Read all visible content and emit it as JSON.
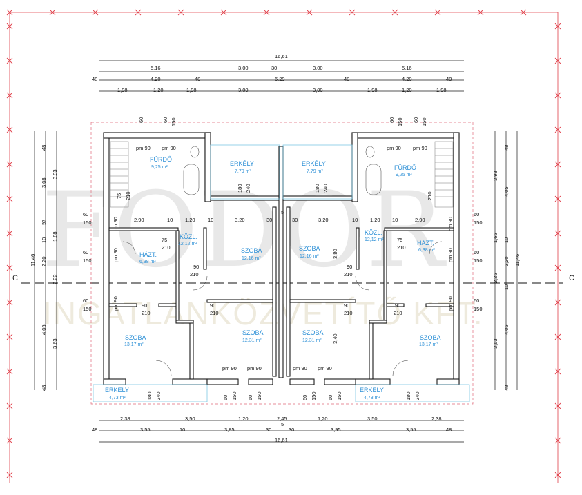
{
  "watermark": {
    "logo": "FODOR",
    "company": "INGATLANKÖZVETÍTŐ KFT."
  },
  "section_marker": "C",
  "dims_top": {
    "total": "16,61",
    "row2": [
      "5,16",
      "3,00",
      "30",
      "3,00",
      "5,16"
    ],
    "row3": [
      "48",
      "4,20",
      "48",
      "6,29",
      "48",
      "4,20",
      "48"
    ],
    "row4": [
      "1,98",
      "1,20",
      "1,98",
      "3,00",
      "3,00",
      "1,98",
      "1,20",
      "1,98"
    ]
  },
  "dims_bottom": {
    "row1": [
      "2,38",
      "3,50",
      "1,20",
      "2,45",
      "1,20",
      "3,50",
      "2,38"
    ],
    "row2": [
      "48",
      "3,55",
      "10",
      "3,85",
      "30",
      "5",
      "30",
      "3,95",
      "3,55",
      "48"
    ],
    "total": "16,61"
  },
  "dims_left": [
    "48",
    "3,08",
    "3,93",
    "97",
    "1,88",
    "10",
    "2,20",
    "11,46",
    "2,22",
    "4,05",
    "3,63",
    "48"
  ],
  "dims_right": [
    "48",
    "3,93",
    "4,05",
    "1,65",
    "10",
    "2,20",
    "11,46",
    "2,25",
    "10",
    "4,05",
    "3,63",
    "48"
  ],
  "rooms": [
    {
      "name": "FÜRDŐ",
      "area": "9,25 m²"
    },
    {
      "name": "ERKÉLY",
      "area": "7,79 m²"
    },
    {
      "name": "ERKÉLY",
      "area": "7,79 m²"
    },
    {
      "name": "FÜRDŐ",
      "area": "9,25 m²"
    },
    {
      "name": "KÖZL.",
      "area": "12,12 m²"
    },
    {
      "name": "HÁZT.",
      "area": "6,38 m²"
    },
    {
      "name": "SZOBA",
      "area": "12,16 m²"
    },
    {
      "name": "SZOBA",
      "area": "12,16 m²"
    },
    {
      "name": "KÖZL.",
      "area": "12,12 m²"
    },
    {
      "name": "HÁZT.",
      "area": "6,38 m²"
    },
    {
      "name": "SZOBA",
      "area": "13,17 m²"
    },
    {
      "name": "SZOBA",
      "area": "12,31 m²"
    },
    {
      "name": "SZOBA",
      "area": "12,31 m²"
    },
    {
      "name": "SZOBA",
      "area": "13,17 m²"
    },
    {
      "name": "ERKÉLY",
      "area": "4,73 m²"
    },
    {
      "name": "ERKÉLY",
      "area": "4,73 m²"
    }
  ],
  "openings": {
    "pm90": "pm 90",
    "w60": "60",
    "w150": "150",
    "w180": "180",
    "w240": "240",
    "w75": "75",
    "w210": "210",
    "w90": "90",
    "w10": "10",
    "w290": "2,90",
    "w120": "1,20",
    "w320": "3,20",
    "w30": "30",
    "w5": "5",
    "w380": "3,80",
    "w340": "3,40"
  },
  "colors": {
    "wall": "#1a1a1a",
    "room_label": "#2b8fd6",
    "cut_marks": "#e0404a",
    "dim_line": "#1a1a1a"
  }
}
